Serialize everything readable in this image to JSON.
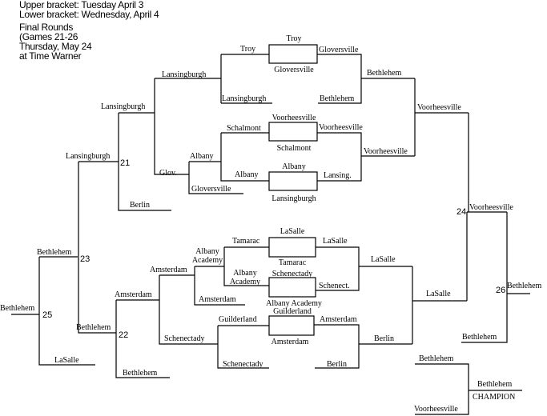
{
  "header": {
    "upper": "Upper bracket:  Tuesday April 3",
    "lower": "Lower bracket:  Wednesday, April  4",
    "final_rounds": "Final Rounds",
    "games": "(Games 21-26",
    "date": "Thursday, May 24",
    "venue": "at Time Warner"
  },
  "games": {
    "g21": "21",
    "g22": "22",
    "g23": "23",
    "g24": "24",
    "g25": "25",
    "g26": "26"
  },
  "labels": [
    "Troy",
    "Gloversville",
    "Troy",
    "Lansingburgh",
    "Gloversville",
    "Bethlehem",
    "Bethlehem",
    "Voorheesville",
    "Lansingburgh",
    "Glov.",
    "Voorheesville",
    "Schalmont",
    "Schalmont",
    "Voorheesville",
    "Lansing.",
    "Voorheesville",
    "Albany",
    "Lansingburgh",
    "Albany",
    "Albany",
    "Gloversville",
    "Lansingburgh",
    "Berlin",
    "Lansingburgh",
    "Bethlehem",
    "Amsterdam",
    "Bethlehem",
    "Amsterdam",
    "Schenectady",
    "Albany",
    "Academy",
    "Amsterdam",
    "Tamarac",
    "Albany",
    "Academy",
    "LaSalle",
    "Tamarac",
    "Schenectady",
    "Albany Academy",
    "Guilderland",
    "Amsterdam",
    "Guilderland",
    "Schenectady",
    "LaSalle",
    "Schenect.",
    "LaSalle",
    "Amsterdam",
    "Berlin",
    "Berlin",
    "LaSalle",
    "Voorheesville",
    "Bethlehem",
    "Bethlehem",
    "Bethlehem",
    "Voorheesville",
    "Bethlehem",
    "CHAMPION",
    "Bethlehem",
    "Bethlehem",
    "LaSalle"
  ]
}
